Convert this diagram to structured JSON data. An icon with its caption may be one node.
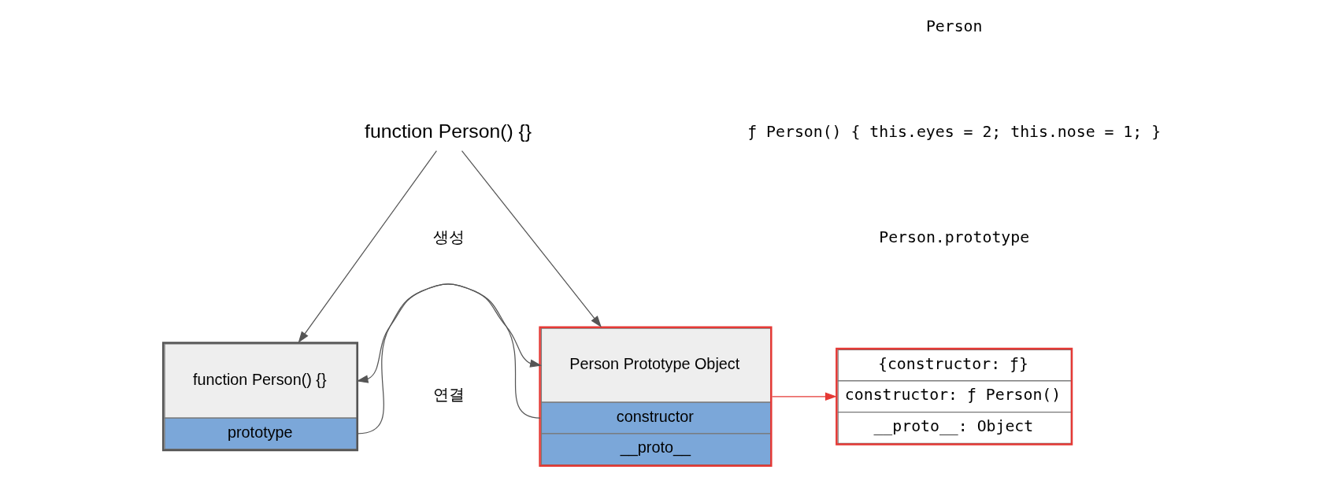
{
  "diagram": {
    "nodes": [
      {
        "text": [
          "function Person() {}"
        ]
      },
      {
        "text": [
          "function Person() {}",
          "prototype"
        ]
      },
      {
        "text": [
          "Person Prototype Object",
          "constructor",
          "__proto__"
        ]
      },
      {
        "text": [
          "{constructor: ƒ}",
          "constructor: ƒ Person()",
          "__proto__: Object"
        ]
      }
    ],
    "edges": [
      {
        "from": 0,
        "to": 1,
        "arrow": "to"
      },
      {
        "from": 0,
        "to": 2,
        "arrow": "to"
      },
      {
        "from": 1,
        "to": 2,
        "arrow": "to"
      },
      {
        "from": 2,
        "to": 1,
        "arrow": "to"
      },
      {
        "from": 2,
        "to": 3,
        "arrow": "to",
        "color": "#e53935"
      }
    ],
    "labels": [
      "생성",
      "연결",
      "Person",
      "ƒ Person() { this.eyes = 2; this.nose = 1; }",
      "Person.prototype"
    ]
  }
}
